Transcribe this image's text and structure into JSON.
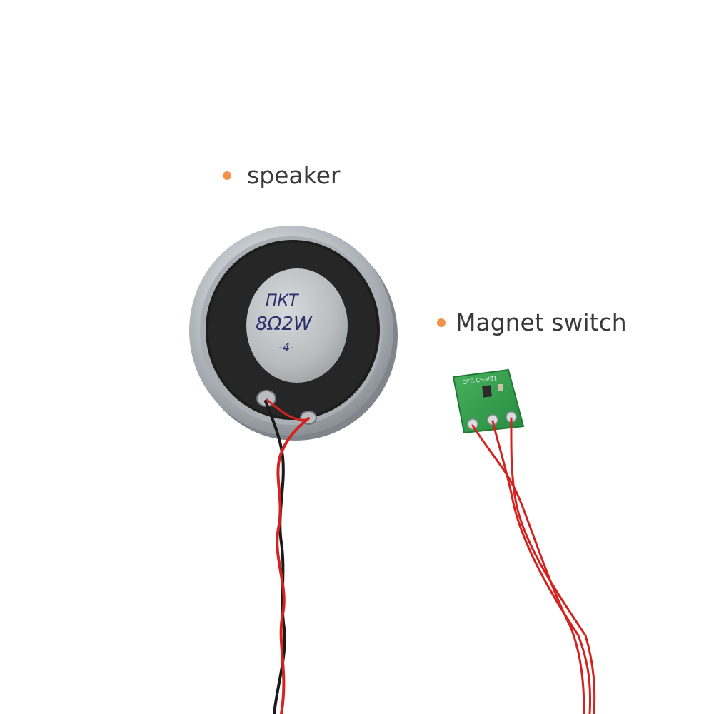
{
  "colors": {
    "background": "#ffffff",
    "bullet": "#f2924a",
    "label_text": "#3a3a3a",
    "wire_red": "#d4231f",
    "wire_black": "#1a1a1a",
    "pcb_green": "#2f9a4a",
    "speaker_rim": "#c8cdd2",
    "speaker_felt": "#1c1c1c",
    "speaker_cap": "#bfc3c6"
  },
  "labels": {
    "speaker": "speaker",
    "magnet_switch": "Magnet switch"
  },
  "speaker_cap_marking": {
    "line1": "ПКТ",
    "line2": "8Ω2W",
    "line3": "-4-"
  },
  "pcb_silkscreen": "QFR-CH-V81",
  "icons": {
    "speaker": "speaker-icon",
    "magnet_switch": "pcb-switch-icon",
    "bullet": "bullet-dot-icon"
  }
}
